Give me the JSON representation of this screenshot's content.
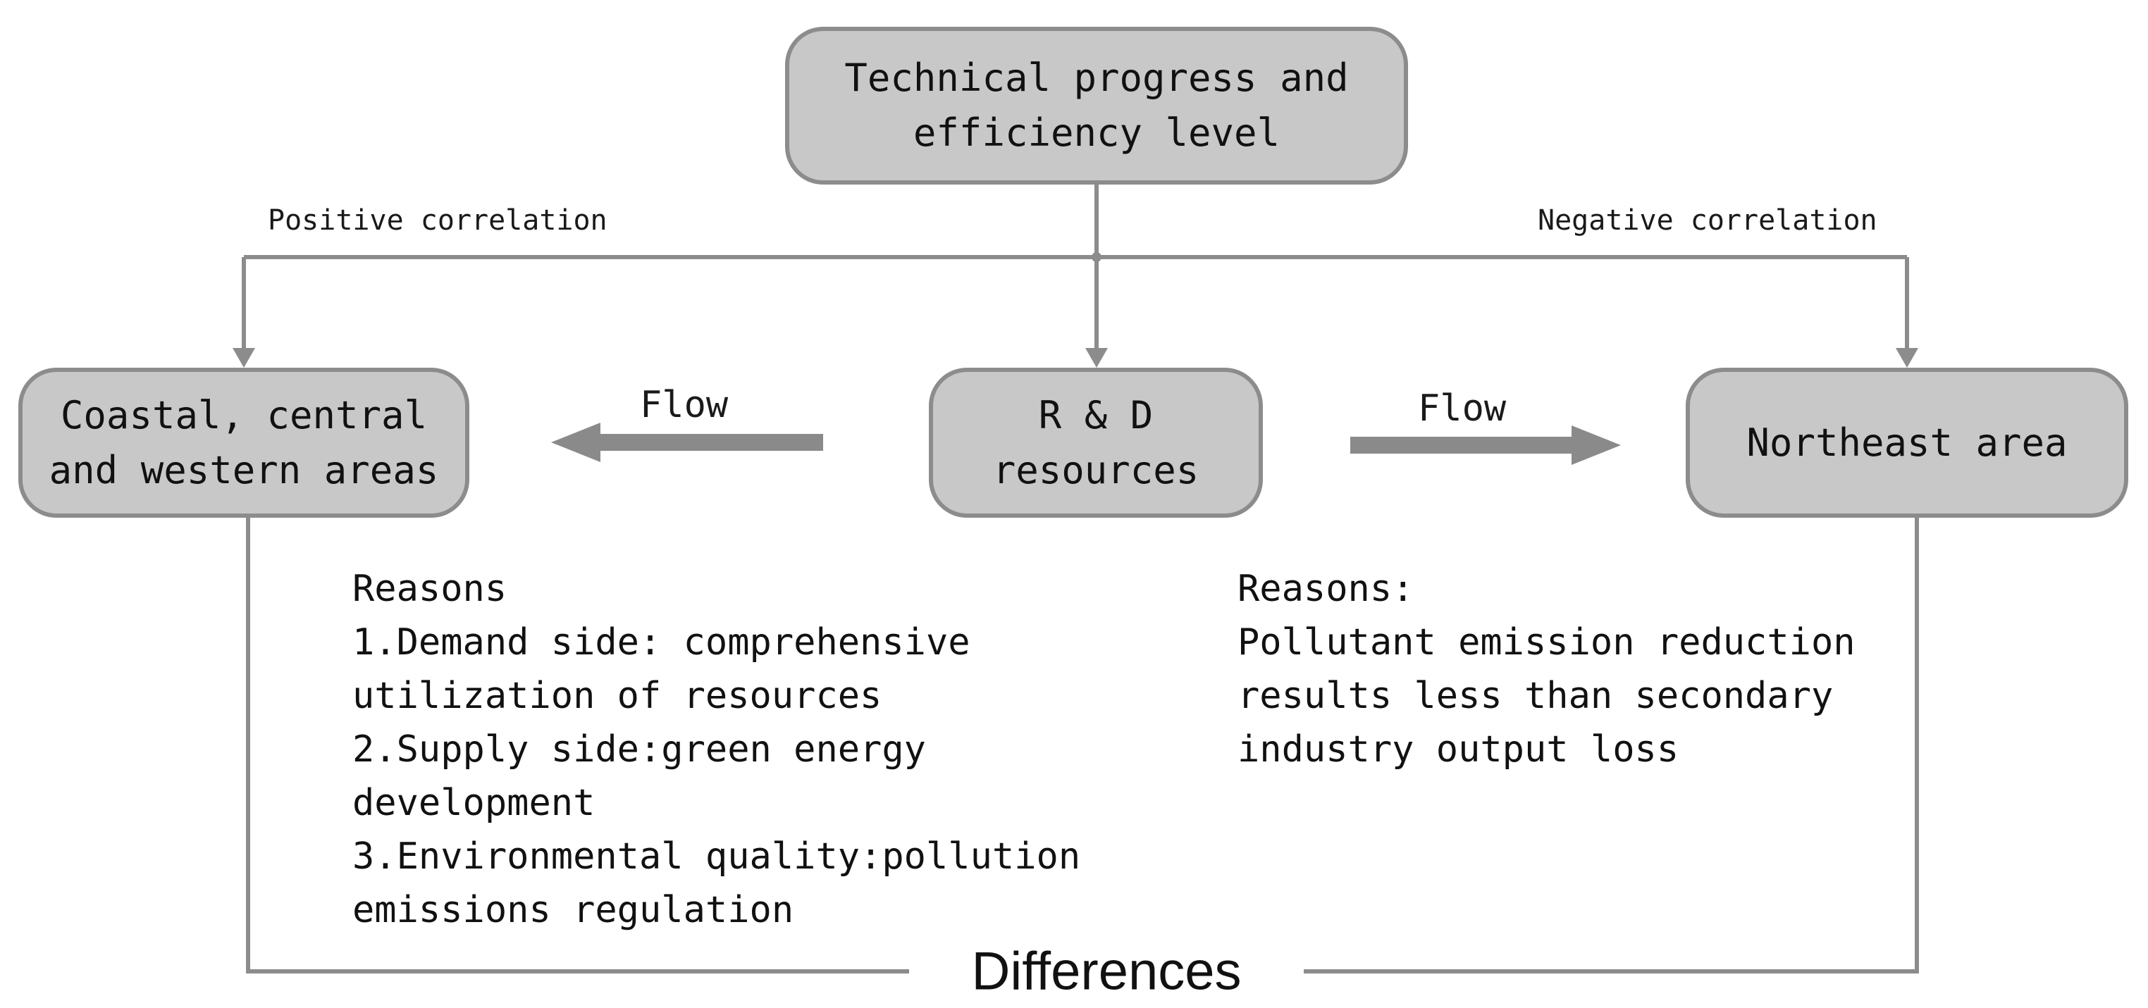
{
  "nodes": {
    "top": {
      "lines": [
        "Technical progress and",
        "efficiency level"
      ]
    },
    "left": {
      "lines": [
        "Coastal, central",
        "and western areas"
      ]
    },
    "center": {
      "lines": [
        "R & D",
        "resources"
      ]
    },
    "right": {
      "lines": [
        "Northeast area"
      ]
    }
  },
  "edges": {
    "positive": "Positive correlation",
    "negative": "Negative correlation",
    "flow_left": "Flow",
    "flow_right": "Flow"
  },
  "reasons_left": [
    "Reasons",
    "1.Demand side: comprehensive",
    "utilization of resources",
    "2.Supply side:green energy",
    "development",
    "3.Environmental quality:pollution",
    "emissions regulation"
  ],
  "reasons_right": [
    "Reasons:",
    "Pollutant emission reduction",
    "results less than secondary",
    "industry output loss"
  ],
  "bottom_label": "Differences",
  "colors": {
    "node_fill": "#c8c8c8",
    "node_border": "#8c8c8c",
    "connector": "#8c8c8c",
    "flow_arrow": "#8a8a8a",
    "text": "#111111"
  }
}
